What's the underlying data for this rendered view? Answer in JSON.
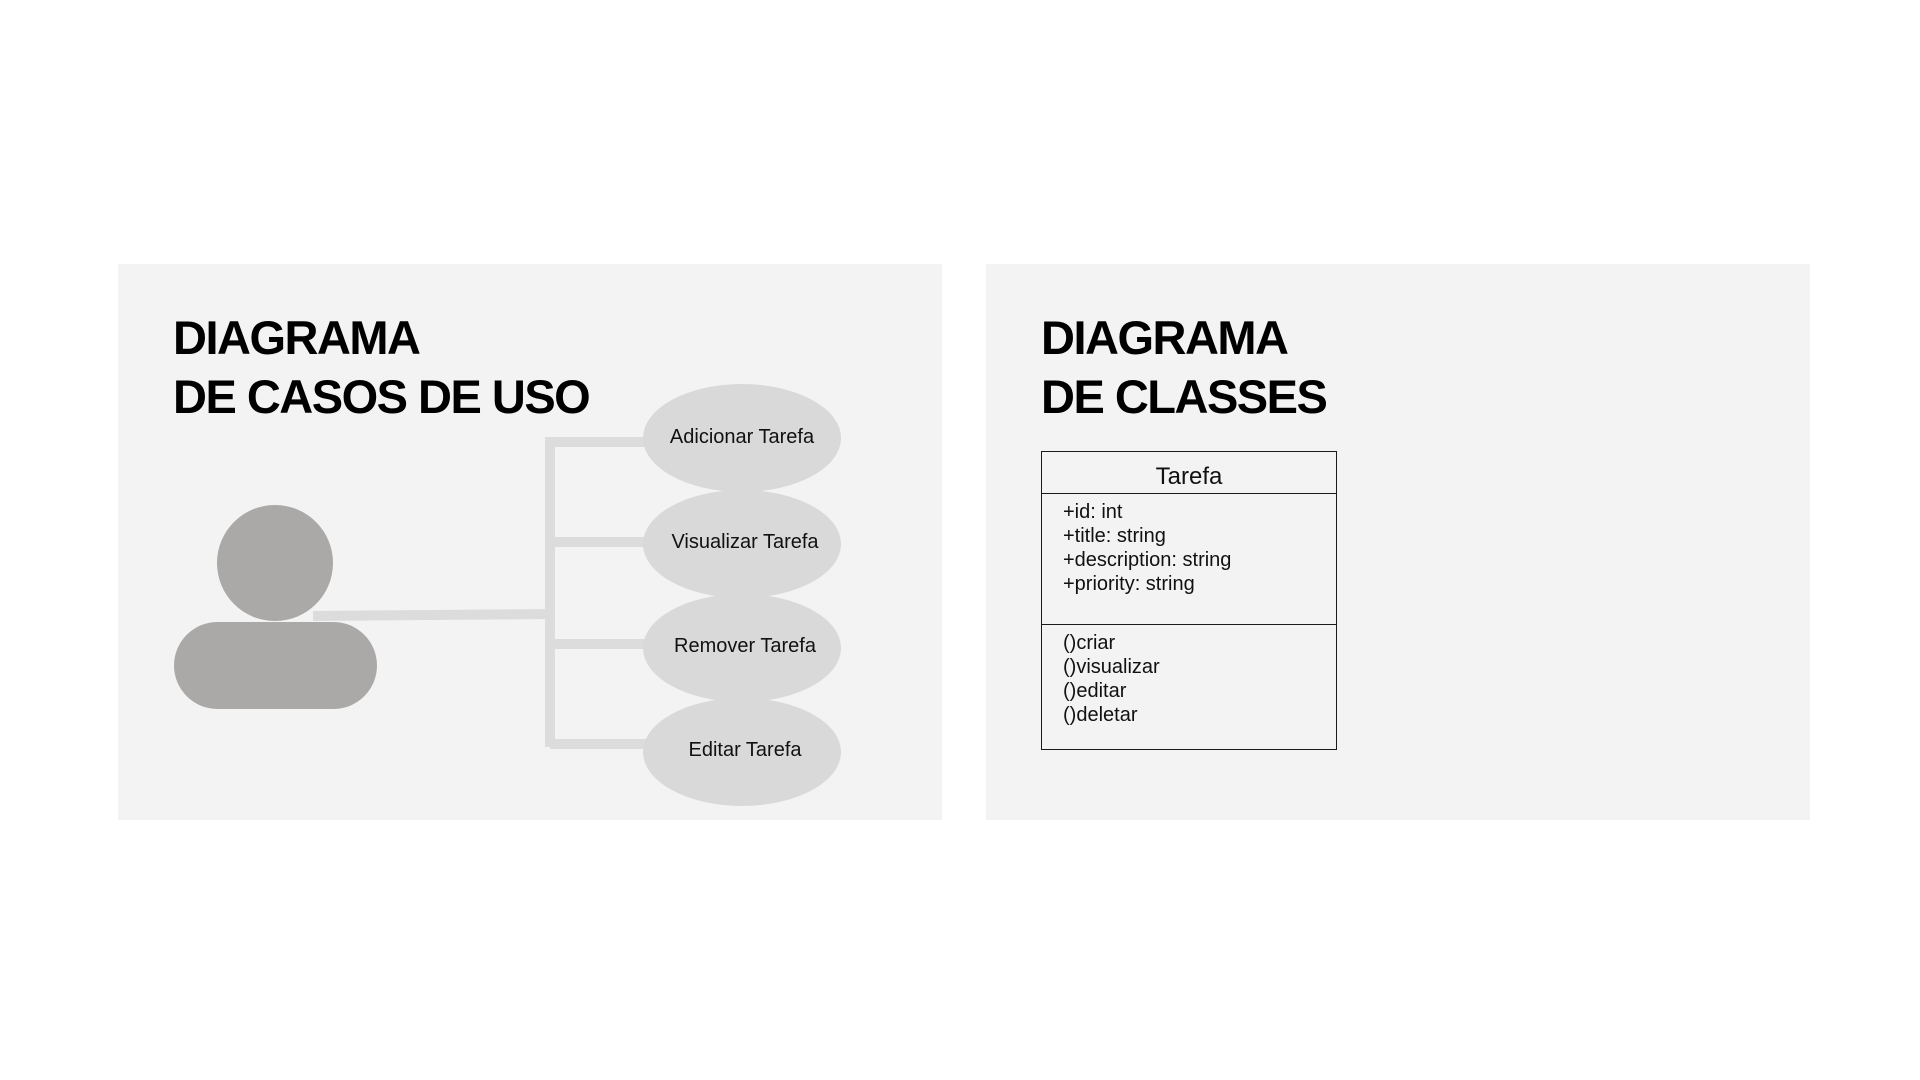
{
  "use_case_panel": {
    "title_line1": "DIAGRAMA",
    "title_line2": "DE CASOS DE USO",
    "use_cases": [
      {
        "label": "Adicionar Tarefa"
      },
      {
        "label": "Visualizar Tarefa"
      },
      {
        "label": "Remover Tarefa"
      },
      {
        "label": "Editar Tarefa"
      }
    ]
  },
  "class_panel": {
    "title_line1": "DIAGRAMA",
    "title_line2": "DE CLASSES",
    "class_name": "Tarefa",
    "attributes": [
      "+id: int",
      "+title: string",
      "+description: string",
      "+priority: string"
    ],
    "methods": [
      "()criar",
      "()visualizar",
      "()editar",
      "()deletar"
    ]
  },
  "colors": {
    "page_background": "#ffffff",
    "panel_background": "#f3f3f3",
    "actor": "#aaa9a7",
    "use_case_fill": "#d9d9d9",
    "connector": "#dcdcdc",
    "text": "#000000"
  }
}
